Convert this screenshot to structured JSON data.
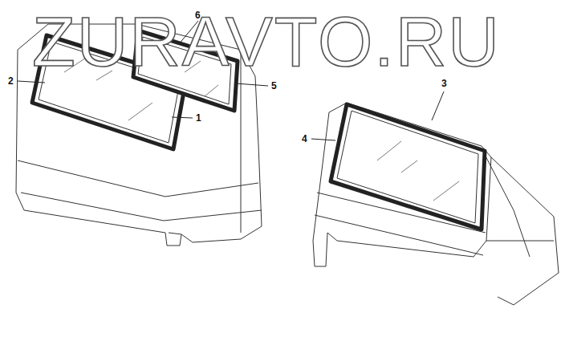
{
  "diagram": {
    "labels": [
      "ZURAVTO.RU",
      "6",
      "2",
      "5",
      "1",
      "3",
      "4"
    ]
  }
}
